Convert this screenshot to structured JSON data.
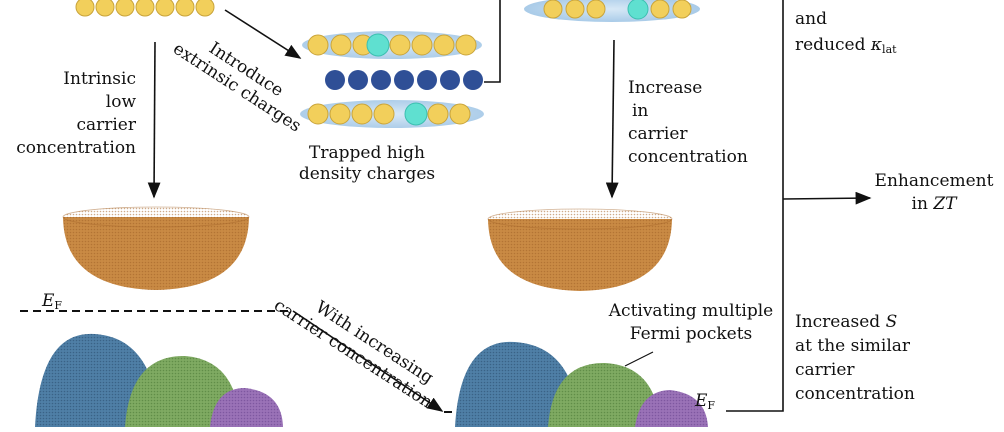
{
  "labels": {
    "intrinsic": [
      "Intrinsic",
      "low",
      "carrier",
      "concentration"
    ],
    "introduce": [
      "Introduce",
      "extrinsic charges"
    ],
    "trapped": [
      "Trapped high",
      "density charges"
    ],
    "increase": [
      "Increase",
      "in",
      "carrier",
      "concentration"
    ],
    "and_reduced": "and",
    "reduced": "reduced",
    "kappa_symbol": "κ",
    "kappa_sub": "lat",
    "enhancement": [
      "Enhancement",
      "in"
    ],
    "zt": "ZT",
    "ef_symbol": "E",
    "ef_sub": "F",
    "with_increasing": [
      "With increasing",
      "carrier concentration"
    ],
    "activating": [
      "Activating multiple",
      "Fermi pockets"
    ],
    "increased_s_prefix": "Increased",
    "increased_s_symbol": "S",
    "increased_s_rest": [
      "at the similar",
      "carrier",
      "concentration"
    ]
  },
  "colors": {
    "atom_yellow": "#f2cf5b",
    "atom_blue": "#2f4f96",
    "trapped_cyan": "#5fe0d0",
    "cloud": "#b9d6ee",
    "bowl": "#c98a44",
    "pocket_blue": "#4f7fa6",
    "pocket_green": "#7faa62",
    "pocket_purple": "#9a72b7"
  }
}
